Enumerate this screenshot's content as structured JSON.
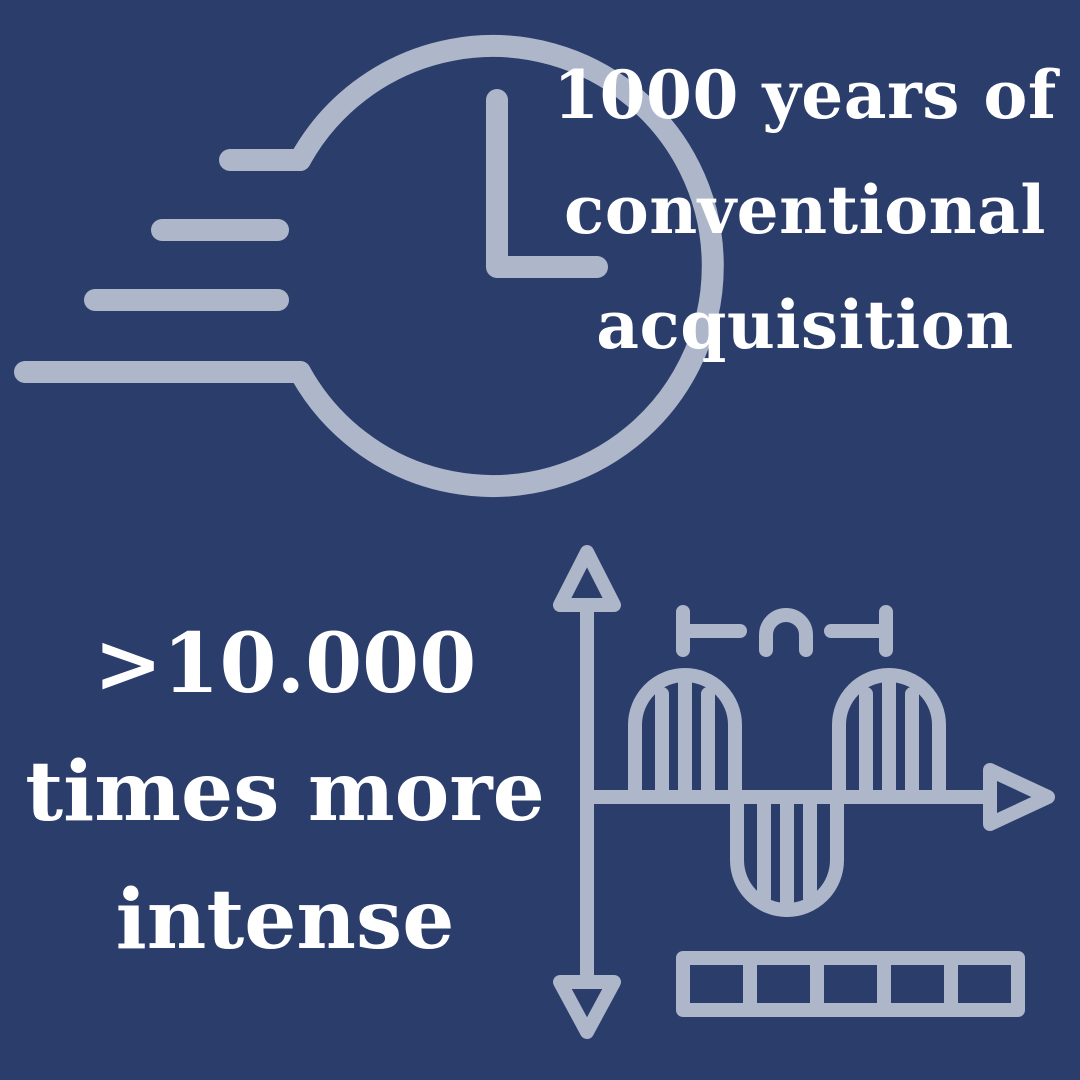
{
  "colors": {
    "background": "#2b3d6b",
    "icon": "#aeb6ca",
    "text": "#ffffff"
  },
  "top_block": {
    "icon": "fast-clock-icon",
    "lines": [
      "1000 years of",
      "conventional",
      "acquisition"
    ]
  },
  "bottom_block": {
    "icon": "waveform-signal-icon",
    "lines": [
      ">10.000",
      "times more",
      "intense"
    ]
  }
}
